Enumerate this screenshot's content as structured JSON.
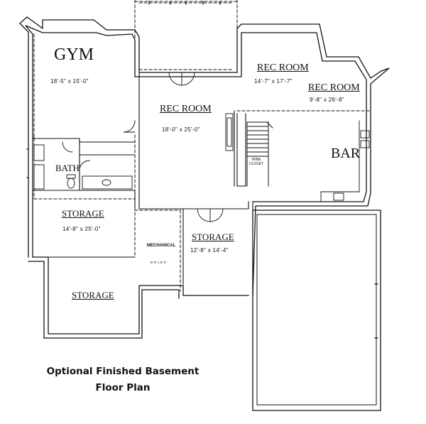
{
  "rooms": {
    "gym": {
      "name": "GYM",
      "dims": "18'-5\" x 15'-0\""
    },
    "rec_room_center": {
      "name": "REC ROOM",
      "dims": "18'-0\" x 25'-0\""
    },
    "rec_room_right_a": {
      "name": "REC ROOM",
      "dims": "14'-7\" x 17'-7\""
    },
    "rec_room_right_b": {
      "name": "REC ROOM",
      "dims": "9'-8\" x 26'-8\""
    },
    "bar": {
      "name": "BAR"
    },
    "bath": {
      "name": "BATH"
    },
    "wine_closet": {
      "name_line1": "WINE",
      "name_line2": "CLOSET"
    },
    "storage_left": {
      "name": "STORAGE",
      "dims": "14'-8\" x 25'-0\""
    },
    "storage_lower": {
      "name": "STORAGE"
    },
    "mechanical": {
      "name": "MECHANICAL",
      "dims": "8'-0\" x 8'-0\""
    },
    "storage_center": {
      "name": "STORAGE",
      "dims": "12'-8\" x 14'-4\""
    }
  },
  "caption": {
    "line1": "Optional Finished Basement",
    "line2": "Floor Plan"
  },
  "colors": {
    "ink": "#111111",
    "fill": "#ffffff"
  }
}
